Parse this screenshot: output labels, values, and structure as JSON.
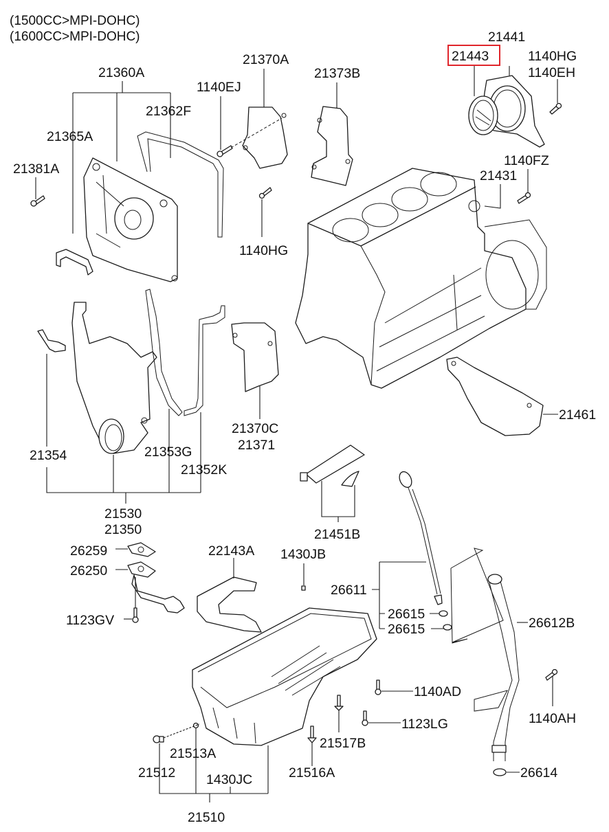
{
  "header": {
    "line1": "(1500CC>MPI-DOHC)",
    "line2": "(1600CC>MPI-DOHC)"
  },
  "highlight": {
    "part_number": "21443",
    "color": "#e0252b"
  },
  "labels": {
    "p21441": "21441",
    "p21443": "21443",
    "p1140HG_top": "1140HG",
    "p1140EH": "1140EH",
    "p21360A": "21360A",
    "p21370A": "21370A",
    "p21373B": "21373B",
    "p1140EJ": "1140EJ",
    "p21362F": "21362F",
    "p21365A": "21365A",
    "p21381A": "21381A",
    "p1140HG_mid": "1140HG",
    "p1140FZ": "1140FZ",
    "p21431": "21431",
    "p21461": "21461",
    "p21354": "21354",
    "p21353G": "21353G",
    "p21352K": "21352K",
    "p21370C": "21370C",
    "p21371": "21371",
    "p21530": "21530",
    "p21350": "21350",
    "p21451B": "21451B",
    "p26259": "26259",
    "p26250": "26250",
    "p1123GV": "1123GV",
    "p22143A": "22143A",
    "p1430JB": "1430JB",
    "p26611": "26611",
    "p26615a": "26615",
    "p26615b": "26615",
    "p26612B": "26612B",
    "p1140AD": "1140AD",
    "p1123LG": "1123LG",
    "p1140AH": "1140AH",
    "p21513A": "21513A",
    "p21517B": "21517B",
    "p21512": "21512",
    "p1430JC": "1430JC",
    "p21516A": "21516A",
    "p26614": "26614",
    "p21510": "21510"
  }
}
